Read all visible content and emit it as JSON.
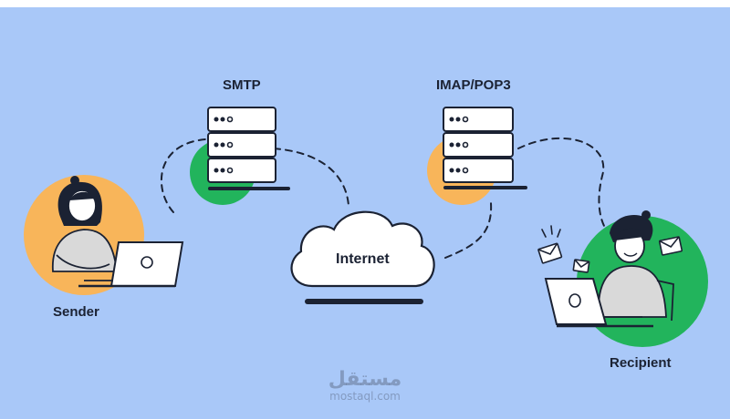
{
  "nodes": {
    "smtp": {
      "label": "SMTP"
    },
    "imap": {
      "label": "IMAP/POP3"
    },
    "internet": {
      "label": "Internet"
    },
    "sender": {
      "label": "Sender"
    },
    "recipient": {
      "label": "Recipient"
    }
  },
  "watermark": {
    "logo": "مستقل",
    "url": "mostaql.com"
  },
  "colors": {
    "background": "#a9c8f8",
    "green": "#22b45c",
    "orange": "#f8b55a",
    "server_fill": "#ffffff",
    "outline": "#1b2233",
    "skin": "#ffffff",
    "shirt": "#d9d9d9"
  },
  "icons": [
    "server-icon",
    "cloud-icon",
    "laptop-icon",
    "envelope-icon",
    "person-icon"
  ]
}
